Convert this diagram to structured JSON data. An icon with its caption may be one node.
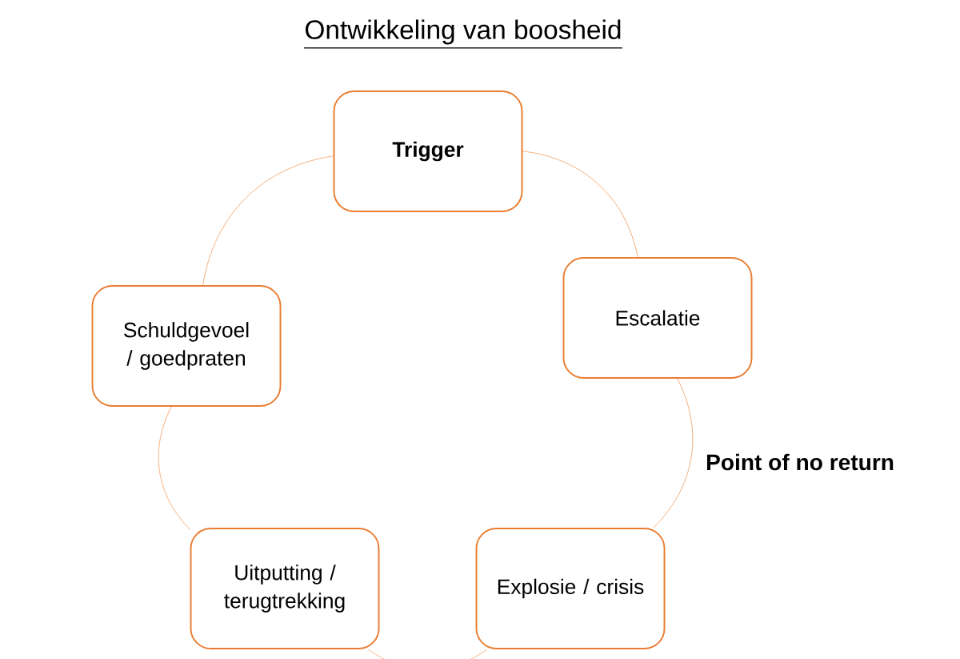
{
  "diagram": {
    "title": "Ontwikkeling van boosheid",
    "nodes": [
      {
        "text": [
          "Trigger"
        ]
      },
      {
        "text": [
          "Escalatie"
        ]
      },
      {
        "text": [
          "Explosie / crisis"
        ]
      },
      {
        "text": [
          "Uitputting / terugtrekking"
        ]
      },
      {
        "text": [
          "Schuldgevoel / goedpraten"
        ]
      }
    ],
    "edges": [
      {
        "from": 0,
        "to": 1,
        "arrow": "none"
      },
      {
        "from": 1,
        "to": 2,
        "arrow": "none"
      },
      {
        "from": 2,
        "to": 3,
        "arrow": "none"
      },
      {
        "from": 3,
        "to": 4,
        "arrow": "none"
      },
      {
        "from": 4,
        "to": 0,
        "arrow": "none"
      }
    ],
    "labels": [
      "Point of no return"
    ]
  }
}
